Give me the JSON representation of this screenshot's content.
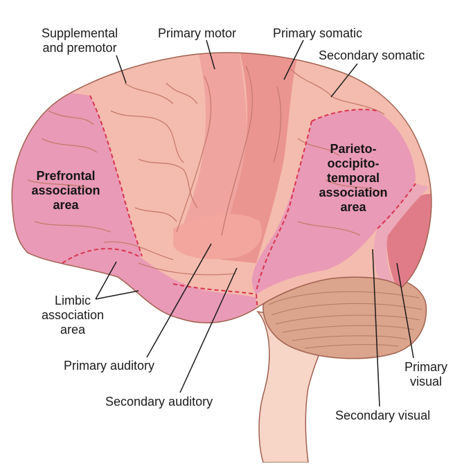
{
  "labels": {
    "supplemental": [
      "Supplemental",
      "and premotor"
    ],
    "primary_motor": "Primary motor",
    "primary_somatic": "Primary somatic",
    "secondary_somatic": "Secondary somatic",
    "prefrontal": [
      "Prefrontal",
      "association",
      "area"
    ],
    "parieto": [
      "Parieto-",
      "occipito-",
      "temporal",
      "association",
      "area"
    ],
    "limbic": [
      "Limbic",
      "association",
      "area"
    ],
    "primary_auditory": "Primary auditory",
    "secondary_auditory": "Secondary auditory",
    "primary_visual": [
      "Primary",
      "visual"
    ],
    "secondary_visual": "Secondary visual"
  },
  "colors": {
    "cortex_base": "#f4bcae",
    "motor_band": "#f0a4a0",
    "somatic_band": "#eb9590",
    "association_pink": "#e99ab6",
    "visual_primary": "#e07c88",
    "auditory": "#f2a69e",
    "cerebellum": "#dba48c",
    "brainstem": "#f7d6c8",
    "dashed_border": "#d8334f",
    "outline": "#a0604f"
  }
}
